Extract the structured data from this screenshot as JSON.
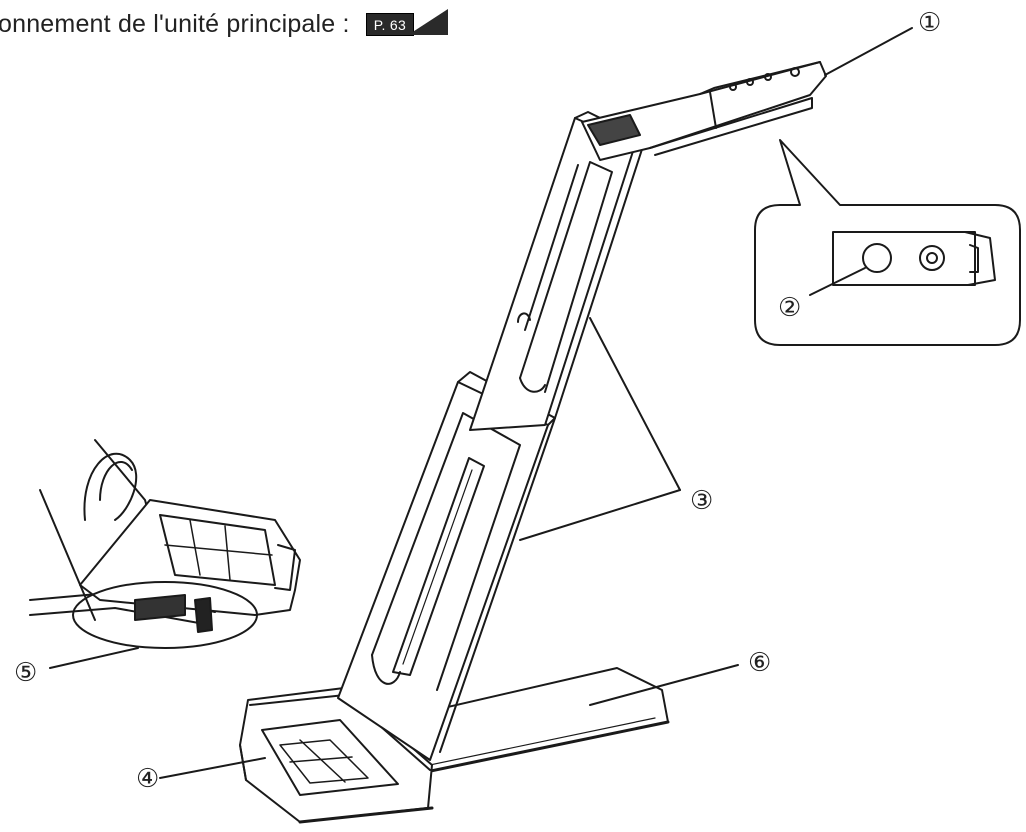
{
  "header": {
    "text": "onnement de l'unité principale :",
    "page_ref": "P. 63"
  },
  "callouts": [
    {
      "id": "1",
      "label": "①"
    },
    {
      "id": "2",
      "label": "②"
    },
    {
      "id": "3",
      "label": "③"
    },
    {
      "id": "4",
      "label": "④"
    },
    {
      "id": "5",
      "label": "⑤"
    },
    {
      "id": "6",
      "label": "⑥"
    }
  ]
}
